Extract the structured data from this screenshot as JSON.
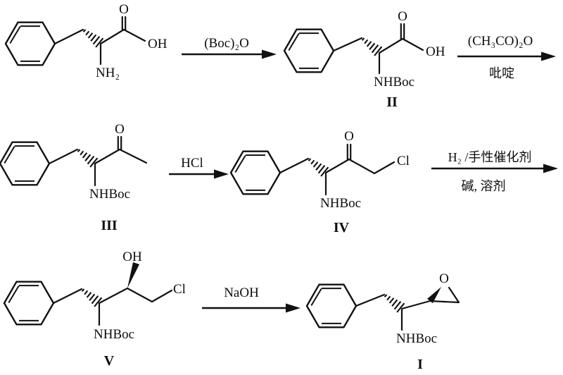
{
  "scheme": {
    "description": "six-step reaction scheme",
    "colors": {
      "ink": "#111111",
      "background": "#ffffff"
    }
  },
  "compounds": {
    "phe": {
      "carbonyl_o": "O",
      "hydroxyl": "OH",
      "amine": "NH₂"
    },
    "ii": {
      "carbonyl_o": "O",
      "hydroxyl": "OH",
      "amide": "NHBoc",
      "label": "II"
    },
    "iii": {
      "carbonyl_o": "O",
      "amide": "NHBoc",
      "label": "III"
    },
    "iv": {
      "carbonyl_o": "O",
      "chloro": "Cl",
      "amide": "NHBoc",
      "label": "IV"
    },
    "v": {
      "hydroxyl": "OH",
      "chloro": "Cl",
      "amide": "NHBoc",
      "label": "V"
    },
    "i": {
      "epoxide_o": "O",
      "amide": "NHBoc",
      "label": "I"
    }
  },
  "arrows": [
    {
      "reagent_above": "(Boc)₂O"
    },
    {
      "reagent_above": "(CH₃CO)₂O",
      "reagent_below": "吡啶"
    },
    {
      "reagent_above": "HCl"
    },
    {
      "reagent_above": "H₂ /手性催化剂",
      "reagent_below": "碱, 溶剂"
    },
    {
      "reagent_above": "NaOH"
    }
  ]
}
